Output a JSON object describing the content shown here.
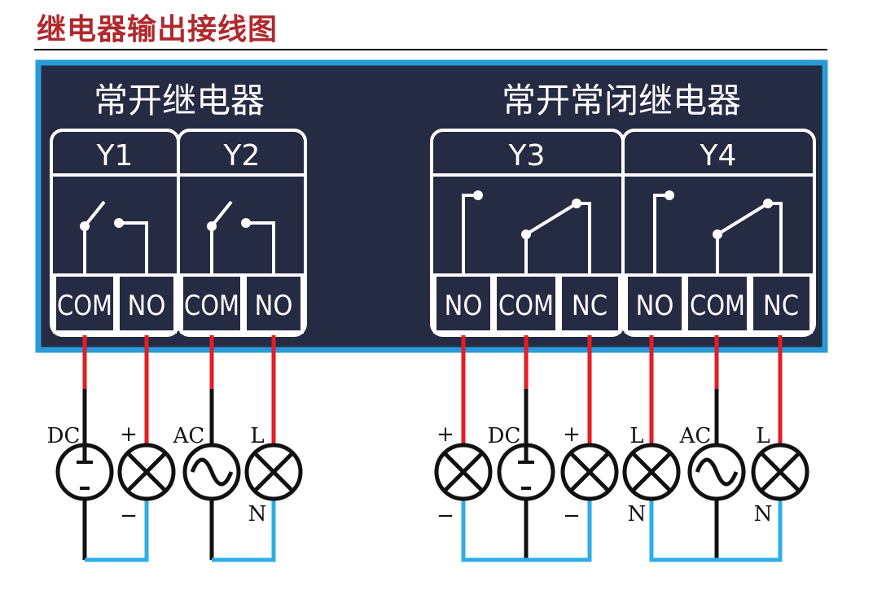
{
  "title": "继电器输出接线图",
  "colors": {
    "title": "#b0282c",
    "panel_bg": "#262b44",
    "panel_border": "#2a9bd8",
    "wire_red": "#e41d25",
    "wire_black": "#111111",
    "wire_blue": "#2eaee4"
  },
  "groups": [
    {
      "label": "常开继电器",
      "relays": [
        {
          "name": "Y1",
          "terminals": [
            "COM",
            "NO"
          ]
        },
        {
          "name": "Y2",
          "terminals": [
            "COM",
            "NO"
          ]
        }
      ]
    },
    {
      "label": "常开常闭继电器",
      "relays": [
        {
          "name": "Y3",
          "terminals": [
            "NO",
            "COM",
            "NC"
          ]
        },
        {
          "name": "Y4",
          "terminals": [
            "NO",
            "COM",
            "NC"
          ]
        }
      ]
    }
  ],
  "loads": [
    {
      "symbol": "dc-source",
      "top": "DC",
      "bottom": ""
    },
    {
      "symbol": "lamp",
      "top": "+",
      "bottom": "−"
    },
    {
      "symbol": "ac-source",
      "top": "AC",
      "bottom": ""
    },
    {
      "symbol": "lamp",
      "top": "L",
      "bottom": "N"
    },
    {
      "symbol": "lamp",
      "top": "+",
      "bottom": "−"
    },
    {
      "symbol": "dc-source",
      "top": "DC",
      "bottom": ""
    },
    {
      "symbol": "lamp",
      "top": "+",
      "bottom": "−"
    },
    {
      "symbol": "lamp",
      "top": "L",
      "bottom": "N"
    },
    {
      "symbol": "ac-source",
      "top": "AC",
      "bottom": ""
    },
    {
      "symbol": "lamp",
      "top": "L",
      "bottom": "N"
    }
  ]
}
